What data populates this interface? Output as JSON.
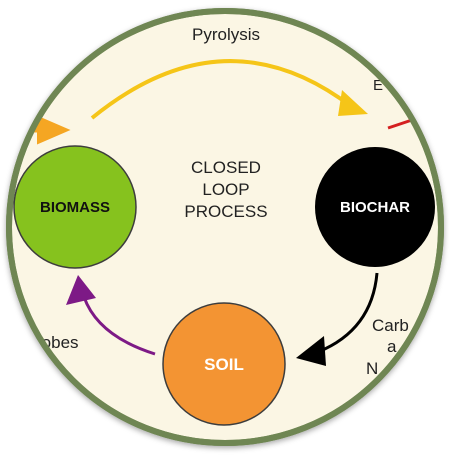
{
  "diagram": {
    "center_text": [
      "CLOSED",
      "LOOP",
      "PROCESS"
    ],
    "nodes": {
      "biomass": {
        "label": "BIOMASS",
        "fill": "#86c21e"
      },
      "biochar": {
        "label": "BIOCHAR",
        "fill": "#000000"
      },
      "soil": {
        "label": "SOIL",
        "fill": "#f39433"
      }
    },
    "edges": {
      "biomass_to_biochar": {
        "label": "Pyrolysis",
        "color": "#f5c518"
      },
      "biochar_to_soil": {
        "label_lines": [
          "Carb",
          "a",
          "N"
        ],
        "color": "#000000"
      },
      "soil_to_biomass": {
        "label": "robes",
        "color": "#7d1a86"
      }
    },
    "cropped_fragments": {
      "top_right_letter": "E"
    },
    "colors": {
      "background": "#fbf6e4",
      "border": "#6f8653",
      "incoming_arrow": "#f5a623",
      "red_tick": "#d42020"
    }
  }
}
